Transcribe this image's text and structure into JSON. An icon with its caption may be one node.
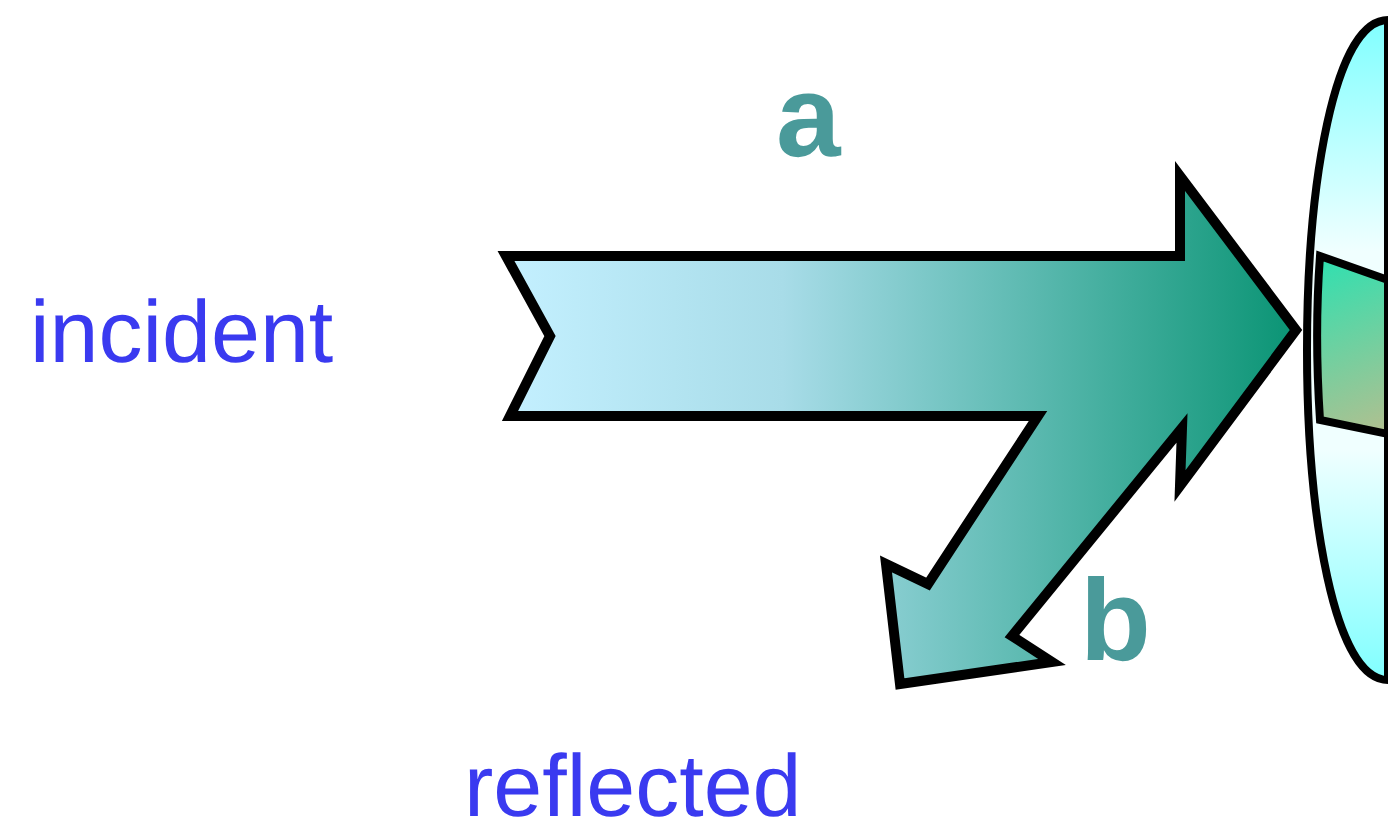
{
  "diagram": {
    "labels": [
      "a",
      "incident",
      "b",
      "reflected"
    ]
  }
}
